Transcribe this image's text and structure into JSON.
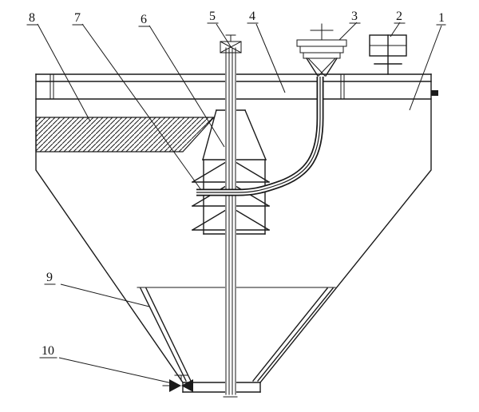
{
  "diagram": {
    "background_color": "#ffffff",
    "line_color": "#1a1a1a",
    "labels": [
      {
        "text": "8"
      },
      {
        "text": "7"
      },
      {
        "text": "6"
      },
      {
        "text": "5"
      },
      {
        "text": "4"
      },
      {
        "text": "3"
      },
      {
        "text": "2"
      },
      {
        "text": "1"
      },
      {
        "text": "9"
      },
      {
        "text": "10"
      }
    ]
  }
}
